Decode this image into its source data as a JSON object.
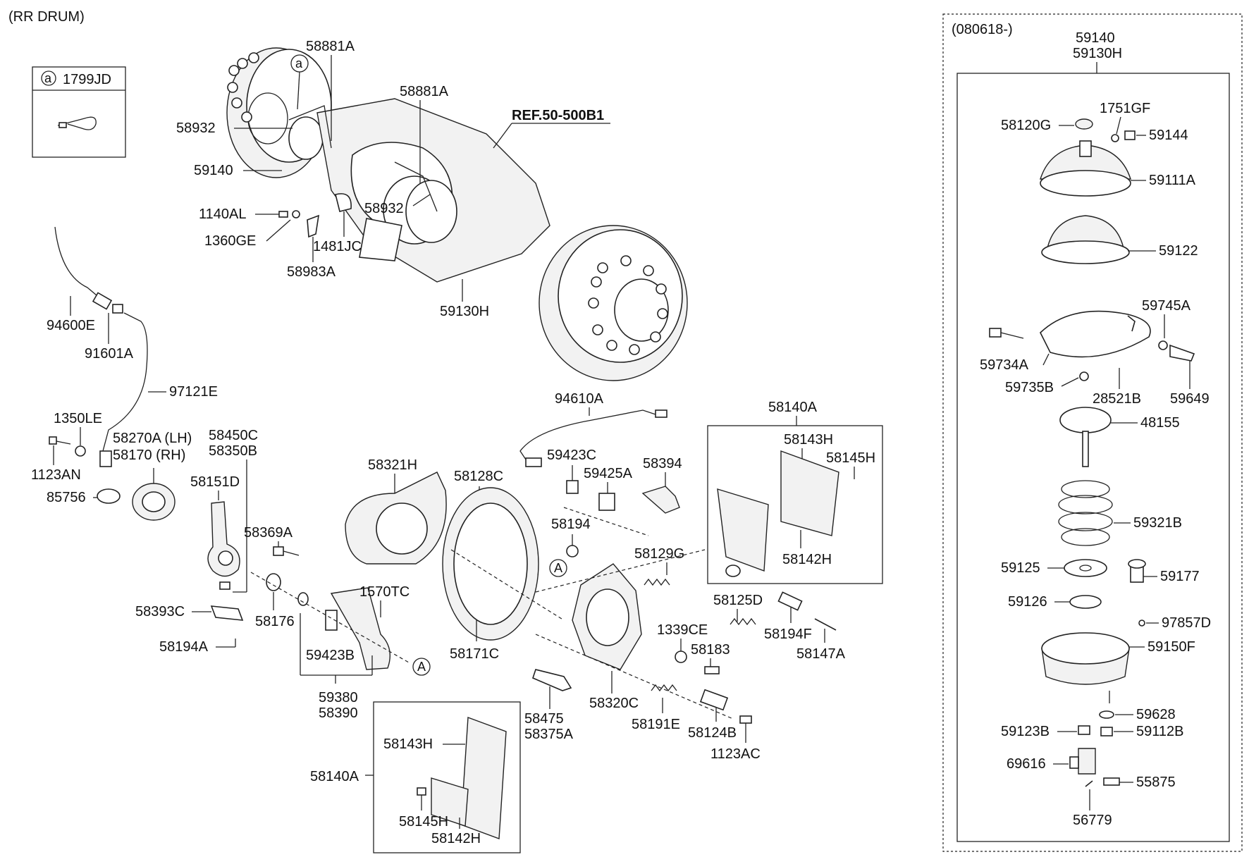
{
  "diagram": {
    "title": "(RR DRUM)",
    "ref_label": "REF.50-500B1",
    "note_key": "a",
    "note_part": "1799JD",
    "detail_header": "(080618-)",
    "marker_A": "A",
    "marker_a": "a",
    "labels": {
      "l58881A_1": "58881A",
      "l58932_1": "58932",
      "l59140_1": "59140",
      "l1140AL": "1140AL",
      "l1360GE": "1360GE",
      "l58983A": "58983A",
      "l1481JC": "1481JC",
      "l58881A_2": "58881A",
      "l58932_2": "58932",
      "l59130H_1": "59130H",
      "l94600E": "94600E",
      "l91601A": "91601A",
      "l97121E": "97121E",
      "l1350LE": "1350LE",
      "l58270A": "58270A (LH)",
      "l58170": "58170 (RH)",
      "l1123AN": "1123AN",
      "l85756": "85756",
      "l58450C": "58450C",
      "l58350B": "58350B",
      "l58151D": "58151D",
      "l58369A": "58369A",
      "l58393C": "58393C",
      "l58194A": "58194A",
      "l58176": "58176",
      "l59423B": "59423B",
      "l1570TC": "1570TC",
      "l59380": "59380",
      "l58390": "58390",
      "l58321H": "58321H",
      "l58128C": "58128C",
      "l58171C": "58171C",
      "l94610A": "94610A",
      "l59423C": "59423C",
      "l59425A": "59425A",
      "l58394": "58394",
      "l58194": "58194",
      "l58129G": "58129G",
      "l58125D": "58125D",
      "l1339CE": "1339CE",
      "l58183": "58183",
      "l58320C": "58320C",
      "l58475": "58475",
      "l58375A": "58375A",
      "l58191E": "58191E",
      "l58124B": "58124B",
      "l1123AC": "1123AC",
      "l58194F": "58194F",
      "l58147A": "58147A",
      "l58140A_1": "58140A",
      "l58143H_1": "58143H",
      "l58145H_1": "58145H",
      "l58142H_1": "58142H",
      "l58140A_2": "58140A",
      "l58143H_2": "58143H",
      "l58145H_2": "58145H",
      "l58142H_2": "58142H",
      "l59140_2": "59140",
      "l59130H_2": "59130H",
      "l58120G": "58120G",
      "l1751GF": "1751GF",
      "l59144": "59144",
      "l59111A": "59111A",
      "l59122": "59122",
      "l59745A": "59745A",
      "l59734A": "59734A",
      "l59735B": "59735B",
      "l28521B": "28521B",
      "l59649": "59649",
      "l48155": "48155",
      "l59321B": "59321B",
      "l59125": "59125",
      "l59177": "59177",
      "l59126": "59126",
      "l97857D": "97857D",
      "l59150F": "59150F",
      "l59628": "59628",
      "l59123B": "59123B",
      "l59112B": "59112B",
      "l69616": "69616",
      "l55875": "55875",
      "l56779": "56779"
    }
  }
}
